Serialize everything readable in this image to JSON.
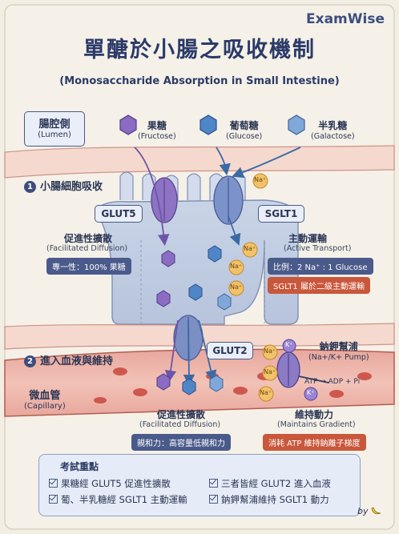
{
  "brand": "ExamWise",
  "title": "單醣於小腸之吸收機制",
  "subtitle": "(Monosaccharide Absorption in Small Intestine)",
  "lumen": {
    "zh": "腸腔側",
    "en": "(Lumen)"
  },
  "sugars": [
    {
      "zh": "果糖",
      "en": "(Fructose)",
      "color": "#8b6cc2"
    },
    {
      "zh": "葡萄糖",
      "en": "(Glucose)",
      "color": "#4f86c8"
    },
    {
      "zh": "半乳糖",
      "en": "(Galactose)",
      "color": "#7fa8d8"
    }
  ],
  "section1": {
    "num": "1",
    "label": "小腸細胞吸收"
  },
  "glut5": "GLUT5",
  "sglt1": "SGLT1",
  "na_label": "Na⁺",
  "k_label": "K⁺",
  "facilitated_top": {
    "zh": "促進性擴散",
    "en": "(Facilitated Diffusion)",
    "tag": "專一性：100% 果糖",
    "tag_color": "#4a5a8a"
  },
  "active": {
    "zh": "主動運輸",
    "en": "(Active Transport)",
    "tag1": "比例：2 Na⁺ : 1 Glucose",
    "tag2": "SGLT1 屬於二級主動運輸",
    "tag1_color": "#4a5a8a",
    "tag2_color": "#c9573b"
  },
  "section2": {
    "num": "2",
    "label": "進入血液與維持"
  },
  "glut2": "GLUT2",
  "pump": {
    "zh": "鈉鉀幫浦",
    "en": "(Na+/K+ Pump)",
    "reaction": "ATP → ADP + Pi"
  },
  "capillary": {
    "zh": "微血管",
    "en": "(Capillary)"
  },
  "facilitated_bottom": {
    "zh": "促進性擴散",
    "en": "(Facilitated Diffusion)",
    "tag": "親和力：高容量低親和力",
    "tag_color": "#4a5a8a"
  },
  "gradient": {
    "zh": "維持動力",
    "en": "(Maintains Gradient)",
    "tag": "消耗 ATP 維持鈉離子梯度",
    "tag_color": "#c9573b"
  },
  "exam": {
    "title": "考試重點",
    "points": [
      "果糖經 GLUT5 促進性擴散",
      "三者皆經 GLUT2 進入血液",
      "葡、半乳糖經 SGLT1 主動運輸",
      "鈉鉀幫浦維持 SGLT1 動力"
    ]
  },
  "signature": "by"
}
